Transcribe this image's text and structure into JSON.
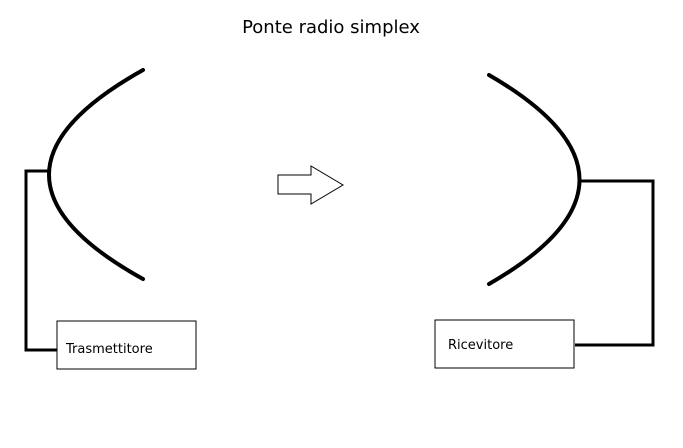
{
  "diagram": {
    "title": "Ponte radio simplex",
    "transmitter": {
      "label": "Trasmettitore"
    },
    "receiver": {
      "label": "Ricevitore"
    },
    "arrow": {
      "direction": "right"
    },
    "colors": {
      "stroke": "#000000",
      "background": "#ffffff"
    }
  }
}
